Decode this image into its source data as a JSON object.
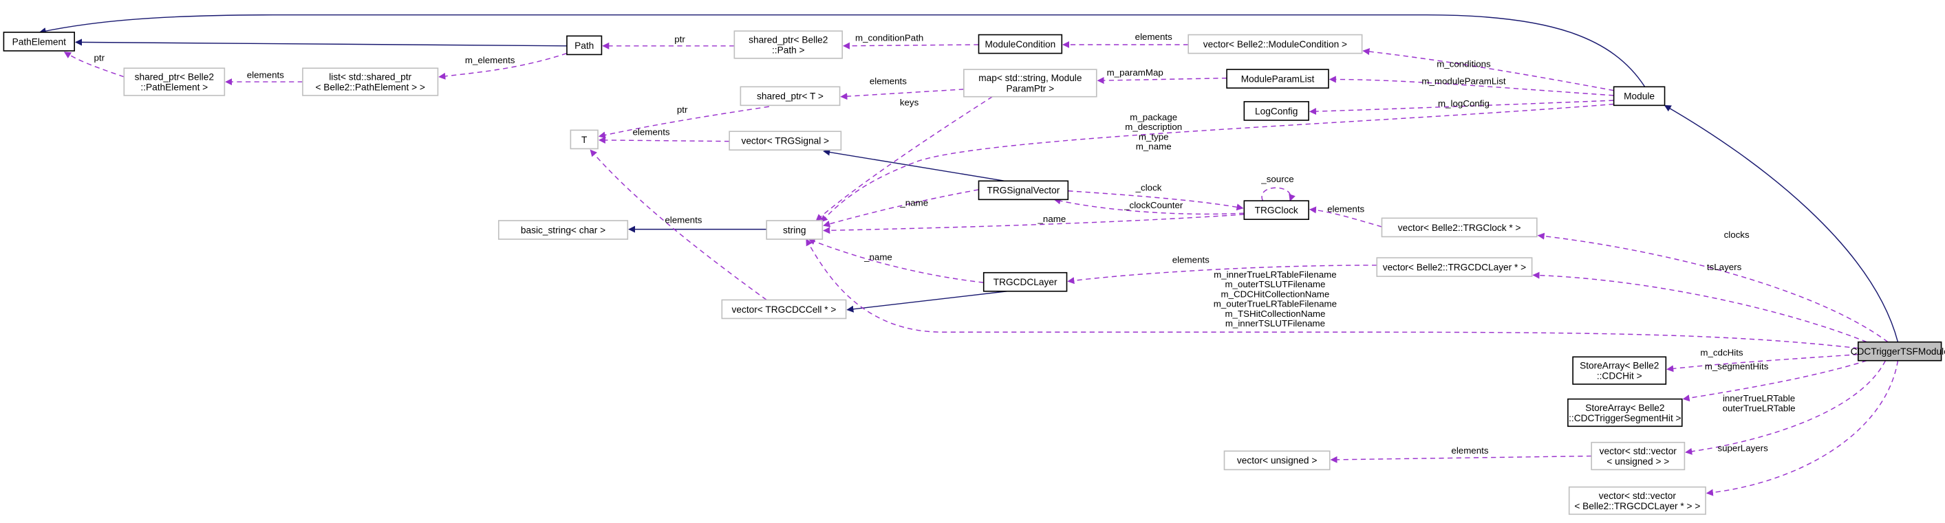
{
  "title": "CDCTriggerTSFModule collaboration diagram",
  "colors": {
    "inheritance": "#191970",
    "usage": "#9a32cd",
    "highlight": "#bfbfbf",
    "external_border": "#bfbfbf"
  },
  "nodes": [
    {
      "id": "PathElement",
      "lines": [
        "PathElement"
      ],
      "kind": "doc"
    },
    {
      "id": "Path",
      "lines": [
        "Path"
      ],
      "kind": "doc"
    },
    {
      "id": "sp_PathElement",
      "lines": [
        "shared_ptr< Belle2",
        "::PathElement >"
      ],
      "kind": "ext"
    },
    {
      "id": "list_sp",
      "lines": [
        "list< std::shared_ptr",
        "< Belle2::PathElement > >"
      ],
      "kind": "ext"
    },
    {
      "id": "sp_Path",
      "lines": [
        "shared_ptr< Belle2",
        "::Path >"
      ],
      "kind": "ext"
    },
    {
      "id": "ModuleCondition",
      "lines": [
        "ModuleCondition"
      ],
      "kind": "doc"
    },
    {
      "id": "vec_ModuleCondition",
      "lines": [
        "vector< Belle2::ModuleCondition >"
      ],
      "kind": "ext"
    },
    {
      "id": "map_param",
      "lines": [
        "map< std::string, Module",
        "ParamPtr >"
      ],
      "kind": "ext"
    },
    {
      "id": "ModuleParamList",
      "lines": [
        "ModuleParamList"
      ],
      "kind": "doc"
    },
    {
      "id": "LogConfig",
      "lines": [
        "LogConfig"
      ],
      "kind": "doc"
    },
    {
      "id": "Module",
      "lines": [
        "Module"
      ],
      "kind": "doc"
    },
    {
      "id": "sp_T",
      "lines": [
        "shared_ptr< T >"
      ],
      "kind": "ext"
    },
    {
      "id": "T",
      "lines": [
        "T"
      ],
      "kind": "ext"
    },
    {
      "id": "vec_TRGSignal",
      "lines": [
        "vector< TRGSignal >"
      ],
      "kind": "ext"
    },
    {
      "id": "TRGSignalVector",
      "lines": [
        "TRGSignalVector"
      ],
      "kind": "doc"
    },
    {
      "id": "TRGClock",
      "lines": [
        "TRGClock"
      ],
      "kind": "doc"
    },
    {
      "id": "vec_TRGClock",
      "lines": [
        "vector< Belle2::TRGClock * >"
      ],
      "kind": "ext"
    },
    {
      "id": "basic_string",
      "lines": [
        "basic_string< char >"
      ],
      "kind": "ext"
    },
    {
      "id": "string",
      "lines": [
        "string"
      ],
      "kind": "ext"
    },
    {
      "id": "TRGCDCLayer",
      "lines": [
        "TRGCDCLayer"
      ],
      "kind": "doc"
    },
    {
      "id": "vec_TRGCDCLayer",
      "lines": [
        "vector< Belle2::TRGCDCLayer * >"
      ],
      "kind": "ext"
    },
    {
      "id": "vec_TRGCDCCell",
      "lines": [
        "vector< TRGCDCCell * >"
      ],
      "kind": "ext"
    },
    {
      "id": "CDCTriggerTSFModule",
      "lines": [
        "CDCTriggerTSFModule"
      ],
      "kind": "main"
    },
    {
      "id": "sa_CDCHit",
      "lines": [
        "StoreArray< Belle2",
        "::CDCHit >"
      ],
      "kind": "doc"
    },
    {
      "id": "sa_SegmentHit",
      "lines": [
        "StoreArray< Belle2",
        "::CDCTriggerSegmentHit >"
      ],
      "kind": "doc"
    },
    {
      "id": "vec_vec_unsigned",
      "lines": [
        "vector< std::vector",
        "< unsigned > >"
      ],
      "kind": "ext"
    },
    {
      "id": "vec_unsigned",
      "lines": [
        "vector< unsigned >"
      ],
      "kind": "ext"
    },
    {
      "id": "vec_vec_layer",
      "lines": [
        "vector< std::vector",
        "< Belle2::TRGCDCLayer * > >"
      ],
      "kind": "ext"
    }
  ],
  "edges": [
    {
      "from": "Path",
      "to": "PathElement",
      "type": "inheritance",
      "label": []
    },
    {
      "from": "Module",
      "to": "PathElement",
      "type": "inheritance",
      "label": []
    },
    {
      "from": "CDCTriggerTSFModule",
      "to": "Module",
      "type": "inheritance",
      "label": []
    },
    {
      "from": "TRGSignalVector",
      "to": "vec_TRGSignal",
      "type": "inheritance",
      "label": []
    },
    {
      "from": "TRGCDCLayer",
      "to": "vec_TRGCDCCell",
      "type": "inheritance",
      "label": []
    },
    {
      "from": "string",
      "to": "basic_string",
      "type": "inheritance",
      "label": []
    },
    {
      "from": "sp_PathElement",
      "to": "PathElement",
      "type": "usage",
      "label": [
        "ptr"
      ]
    },
    {
      "from": "list_sp",
      "to": "sp_PathElement",
      "type": "usage",
      "label": [
        "elements"
      ]
    },
    {
      "from": "Path",
      "to": "list_sp",
      "type": "usage",
      "label": [
        "m_elements"
      ]
    },
    {
      "from": "sp_Path",
      "to": "Path",
      "type": "usage",
      "label": [
        "ptr"
      ]
    },
    {
      "from": "ModuleCondition",
      "to": "sp_Path",
      "type": "usage",
      "label": [
        "m_conditionPath"
      ]
    },
    {
      "from": "vec_ModuleCondition",
      "to": "ModuleCondition",
      "type": "usage",
      "label": [
        "elements"
      ]
    },
    {
      "from": "Module",
      "to": "vec_ModuleCondition",
      "type": "usage",
      "label": [
        "m_conditions"
      ]
    },
    {
      "from": "ModuleParamList",
      "to": "map_param",
      "type": "usage",
      "label": [
        "m_paramMap"
      ]
    },
    {
      "from": "Module",
      "to": "ModuleParamList",
      "type": "usage",
      "label": [
        "m_moduleParamList"
      ]
    },
    {
      "from": "Module",
      "to": "LogConfig",
      "type": "usage",
      "label": [
        "m_logConfig"
      ]
    },
    {
      "from": "map_param",
      "to": "sp_T",
      "type": "usage",
      "label": [
        "elements"
      ]
    },
    {
      "from": "map_param",
      "to": "string",
      "type": "usage",
      "label": [
        "keys"
      ]
    },
    {
      "from": "sp_T",
      "to": "T",
      "type": "usage",
      "label": [
        "ptr"
      ]
    },
    {
      "from": "vec_TRGSignal",
      "to": "T",
      "type": "usage",
      "label": [
        "elements"
      ]
    },
    {
      "from": "Module",
      "to": "string",
      "type": "usage",
      "label": [
        "m_package",
        "m_description",
        "m_type",
        "m_name"
      ]
    },
    {
      "from": "TRGSignalVector",
      "to": "string",
      "type": "usage",
      "label": [
        "_name"
      ]
    },
    {
      "from": "TRGSignalVector",
      "to": "TRGClock",
      "type": "usage",
      "label": [
        "_clock"
      ]
    },
    {
      "from": "TRGClock",
      "to": "TRGSignalVector",
      "type": "usage",
      "label": [
        "_clockCounter"
      ]
    },
    {
      "from": "TRGClock",
      "to": "TRGClock",
      "type": "usage",
      "label": [
        "_source"
      ]
    },
    {
      "from": "TRGClock",
      "to": "string",
      "type": "usage",
      "label": [
        "_name"
      ]
    },
    {
      "from": "vec_TRGClock",
      "to": "TRGClock",
      "type": "usage",
      "label": [
        "elements"
      ]
    },
    {
      "from": "TRGCDCLayer",
      "to": "string",
      "type": "usage",
      "label": [
        "_name"
      ]
    },
    {
      "from": "vec_TRGCDCLayer",
      "to": "TRGCDCLayer",
      "type": "usage",
      "label": [
        "elements"
      ]
    },
    {
      "from": "vec_TRGCDCCell",
      "to": "T",
      "type": "usage",
      "label": [
        "elements"
      ]
    },
    {
      "from": "CDCTriggerTSFModule",
      "to": "string",
      "type": "usage",
      "label": [
        "m_innerTrueLRTableFilename",
        "m_outerTSLUTFilename",
        "m_CDCHitCollectionName",
        "m_outerTrueLRTableFilename",
        "m_TSHitCollectionName",
        "m_innerTSLUTFilename"
      ]
    },
    {
      "from": "CDCTriggerTSFModule",
      "to": "vec_TRGClock",
      "type": "usage",
      "label": [
        "clocks"
      ]
    },
    {
      "from": "CDCTriggerTSFModule",
      "to": "vec_TRGCDCLayer",
      "type": "usage",
      "label": [
        "tsLayers"
      ]
    },
    {
      "from": "CDCTriggerTSFModule",
      "to": "sa_CDCHit",
      "type": "usage",
      "label": [
        "m_cdcHits"
      ]
    },
    {
      "from": "CDCTriggerTSFModule",
      "to": "sa_SegmentHit",
      "type": "usage",
      "label": [
        "m_segmentHits"
      ]
    },
    {
      "from": "CDCTriggerTSFModule",
      "to": "vec_vec_unsigned",
      "type": "usage",
      "label": [
        "innerTrueLRTable",
        "outerTrueLRTable"
      ]
    },
    {
      "from": "vec_vec_unsigned",
      "to": "vec_unsigned",
      "type": "usage",
      "label": [
        "elements"
      ]
    },
    {
      "from": "CDCTriggerTSFModule",
      "to": "vec_vec_layer",
      "type": "usage",
      "label": [
        "superLayers"
      ]
    }
  ]
}
